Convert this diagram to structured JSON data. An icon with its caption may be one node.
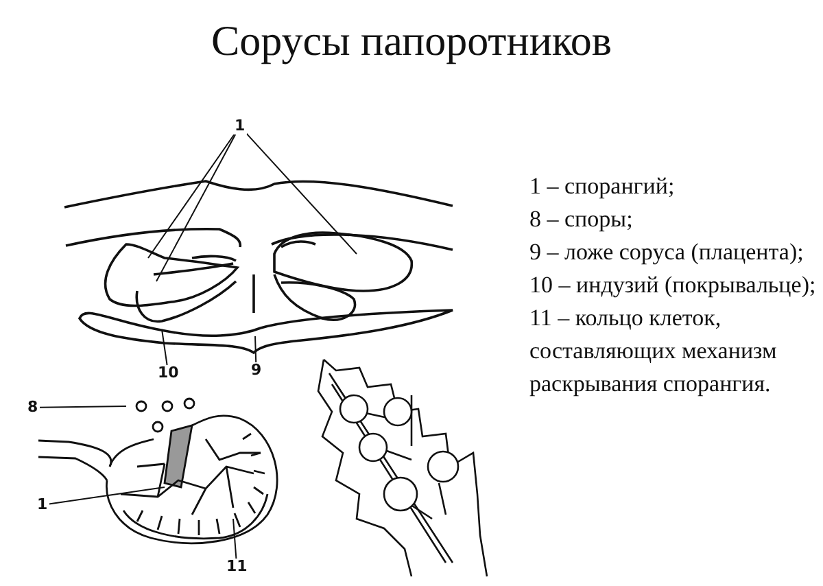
{
  "diagram": {
    "title": "Сорусы папоротников",
    "nodes": [
      {
        "text": [
          "1"
        ]
      },
      {
        "text": [
          "10"
        ]
      },
      {
        "text": [
          "9"
        ]
      },
      {
        "text": [
          "8"
        ]
      },
      {
        "text": [
          "1"
        ]
      },
      {
        "text": [
          "11"
        ]
      }
    ],
    "edges": [
      {
        "from": 0,
        "to": null,
        "arrow": "none"
      },
      {
        "from": 0,
        "to": null,
        "arrow": "none"
      },
      {
        "from": 0,
        "to": null,
        "arrow": "none"
      },
      {
        "from": 1,
        "to": null,
        "arrow": "none"
      },
      {
        "from": 2,
        "to": null,
        "arrow": "none"
      },
      {
        "from": 3,
        "to": null,
        "arrow": "none"
      },
      {
        "from": 4,
        "to": null,
        "arrow": "none"
      },
      {
        "from": 5,
        "to": null,
        "arrow": "none"
      }
    ],
    "labels": [
      "1 – спорангий;",
      "8 – споры;",
      "9 – ложе соруса (плацента);",
      "10 – индузий (покрывальце);",
      "11 – кольцо клеток, составляющих механизм раскрывания спорангия."
    ]
  }
}
